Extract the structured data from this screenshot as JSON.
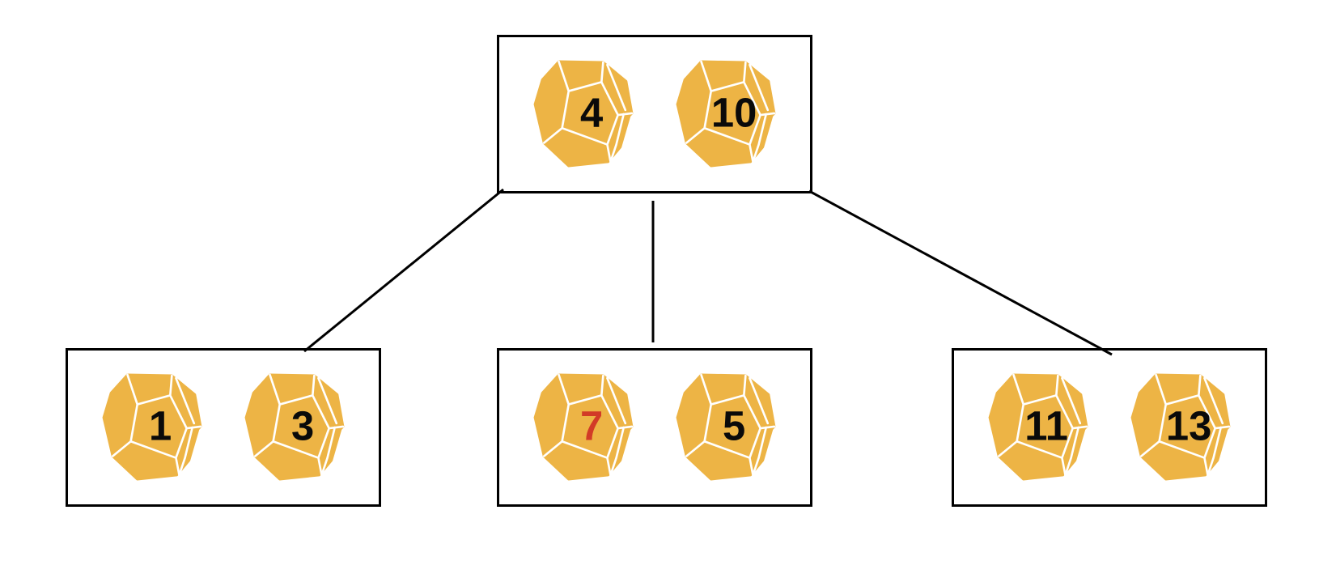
{
  "colors": {
    "die_fill": "#EDB445",
    "die_edge_line": "#FFFFFF",
    "number_black": "#0A0A0A",
    "number_red": "#D23B27",
    "box_border": "#000000",
    "connector": "#000000",
    "background": "#FFFFFF"
  },
  "tree": {
    "nodes": [
      {
        "name": "root",
        "dice": [
          {
            "value": "4",
            "color": "#0A0A0A"
          },
          {
            "value": "10",
            "color": "#0A0A0A"
          }
        ]
      },
      {
        "name": "left-child",
        "dice": [
          {
            "value": "1",
            "color": "#0A0A0A"
          },
          {
            "value": "3",
            "color": "#0A0A0A"
          }
        ]
      },
      {
        "name": "middle-child",
        "dice": [
          {
            "value": "7",
            "color": "#D23B27"
          },
          {
            "value": "5",
            "color": "#0A0A0A"
          }
        ]
      },
      {
        "name": "right-child",
        "dice": [
          {
            "value": "11",
            "color": "#0A0A0A"
          },
          {
            "value": "13",
            "color": "#0A0A0A"
          }
        ]
      }
    ],
    "edges": [
      {
        "from": "root",
        "to": "left-child"
      },
      {
        "from": "root",
        "to": "middle-child"
      },
      {
        "from": "root",
        "to": "right-child"
      }
    ]
  }
}
